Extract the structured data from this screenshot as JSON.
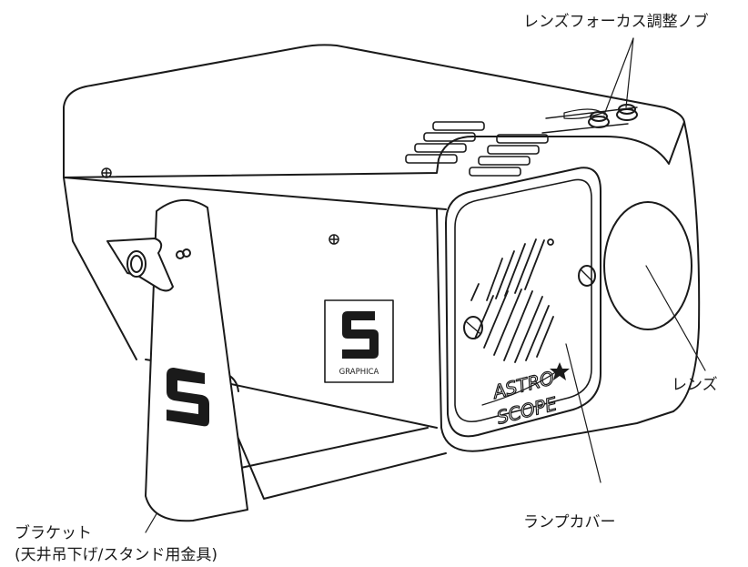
{
  "labels": {
    "focus_knob": "レンズフォーカス調整ノブ",
    "lens": "レンズ",
    "lamp_cover": "ランプカバー",
    "bracket_line1": "ブラケット",
    "bracket_line2": "(天井吊下げ/スタンド用金具)"
  },
  "branding": {
    "badge_text": "GRAPHICA",
    "cover_logo_line1": "ASTRO",
    "cover_logo_line2": "SCOPE"
  },
  "colors": {
    "ink": "#1a1a1a",
    "paper": "#ffffff"
  }
}
